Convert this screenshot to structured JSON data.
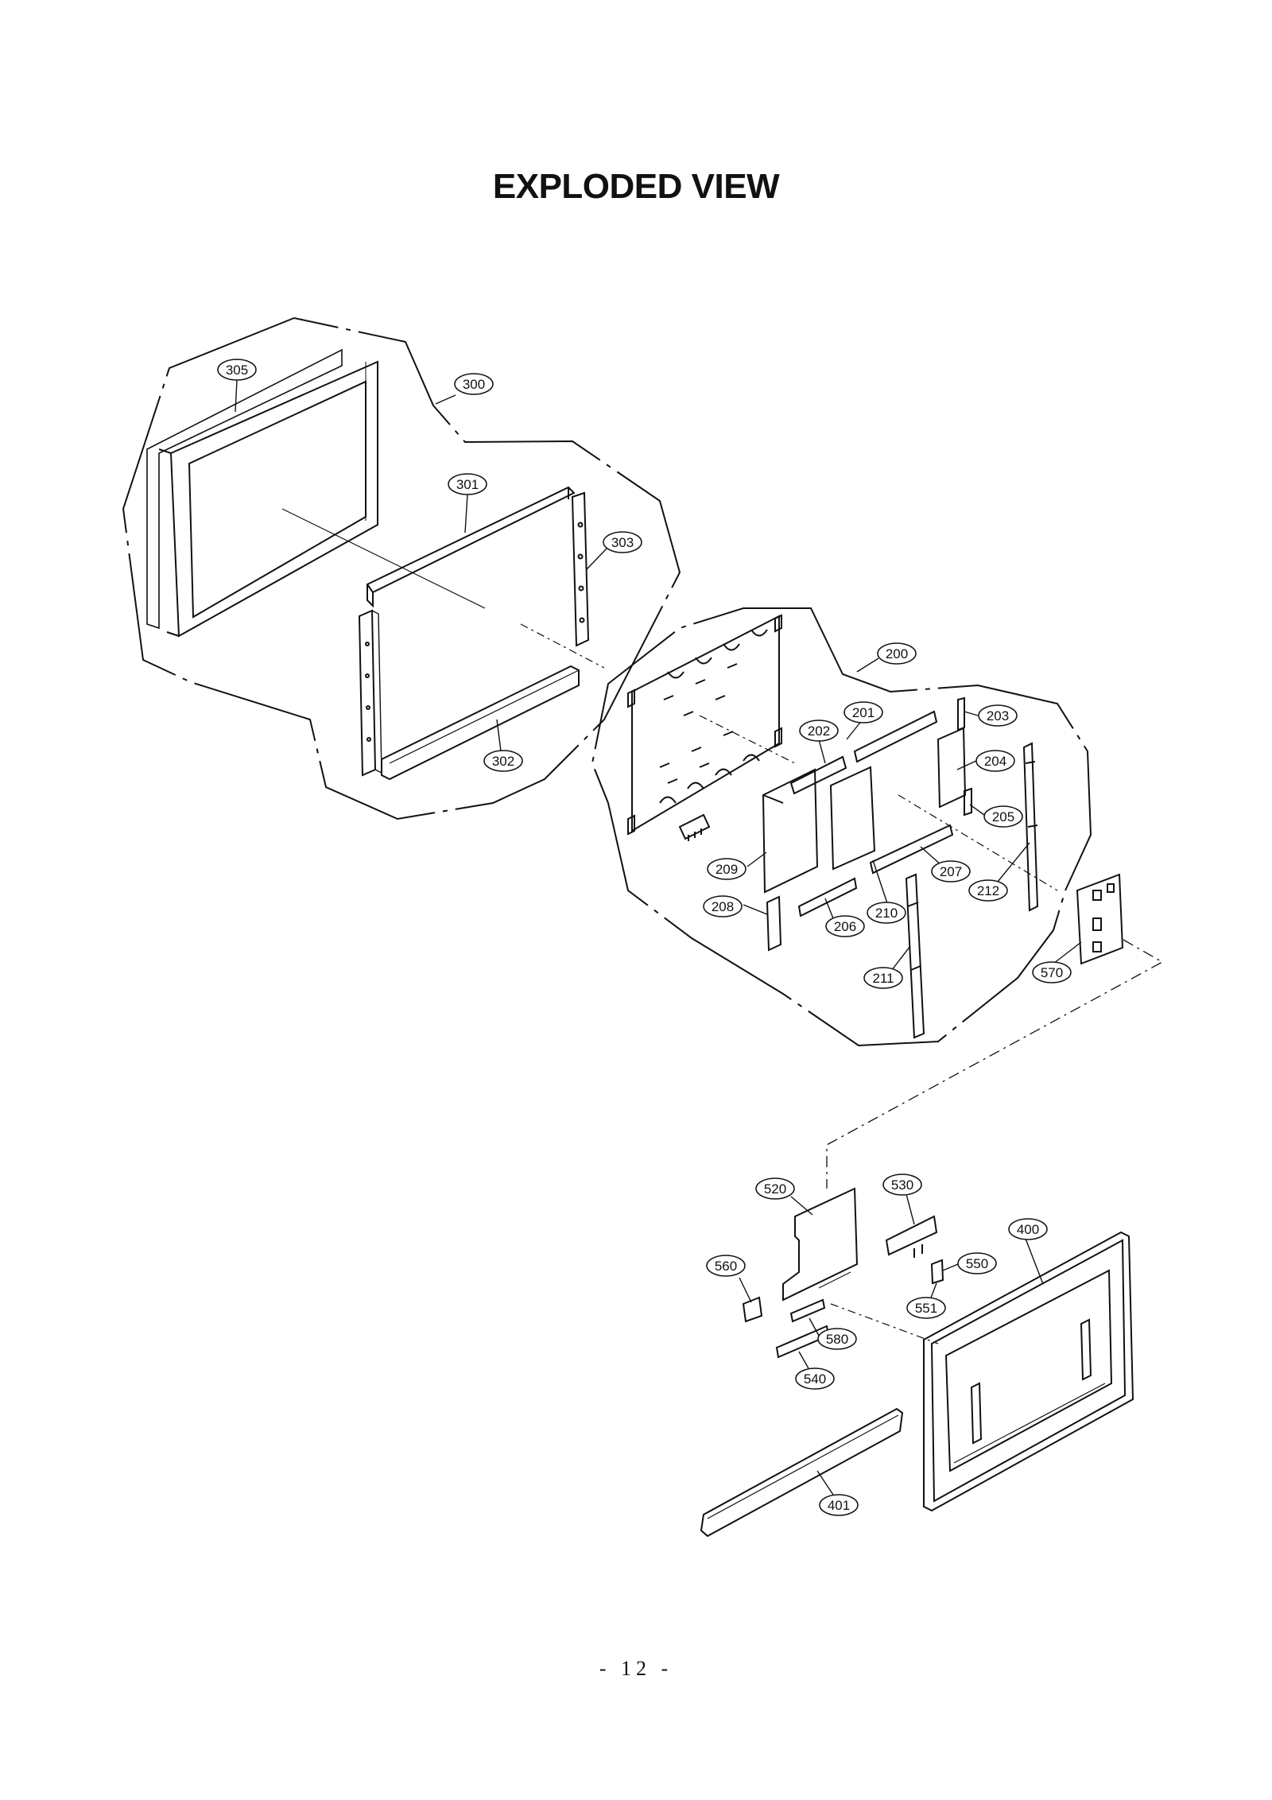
{
  "title": "EXPLODED VIEW",
  "page_number": "- 12 -",
  "callouts": {
    "c305": "305",
    "c300": "300",
    "c301": "301",
    "c303": "303",
    "c302": "302",
    "c200": "200",
    "c201": "201",
    "c202": "202",
    "c203": "203",
    "c204": "204",
    "c205": "205",
    "c206": "206",
    "c207": "207",
    "c208": "208",
    "c209": "209",
    "c210": "210",
    "c211": "211",
    "c212": "212",
    "c570": "570",
    "c520": "520",
    "c530": "530",
    "c400": "400",
    "c560": "560",
    "c550": "550",
    "c551": "551",
    "c580": "580",
    "c540": "540",
    "c401": "401"
  }
}
